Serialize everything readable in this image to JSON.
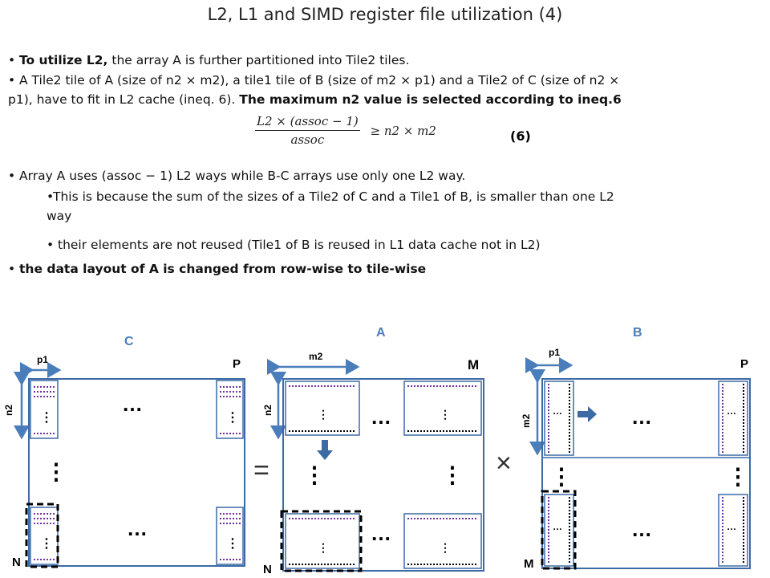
{
  "slide": {
    "title": "L2, L1 and SIMD register file utilization (4)",
    "bullet1_bold": "To utilize L2,",
    "bullet1_text": " the array A is further partitioned into Tile2 tiles.",
    "bullet2_text": "A Tile2 tile of A (size of n2 × m2), a tile1 tile of B (size of m2 × p1) and a Tile2 of C (size of n2 ×",
    "bullet2_text_cont": "p1), have to fit in L2 cache (ineq. 6). ",
    "bullet2_bold": "The maximum n2 value is selected according to ineq.6",
    "formula_numerator": "L2 × (assoc − 1)",
    "formula_denominator": "assoc",
    "formula_rhs": "≥ n2 × m2",
    "equation_number": "(6)",
    "bullet3_text": "Array A uses (assoc − 1) L2 ways while B-C arrays use only one L2 way.",
    "sub1_line1": "This is because the sum of the sizes of a Tile2 of C and a Tile1 of B, is smaller than one L2",
    "sub1_line2": "way",
    "sub2_text": "their elements are not reused (Tile1 of B is reused in L1 data cache not in L2)",
    "bullet4_bold": "the data layout of A is changed from row-wise to tile-wise"
  },
  "diagram": {
    "label_C": "C",
    "label_A": "A",
    "label_B": "B",
    "C_p1": "p1",
    "C_P": "P",
    "C_n2": "n2",
    "C_N": "N",
    "A_m2": "m2",
    "A_M": "M",
    "A_n2": "n2",
    "A_N": "N",
    "B_p1": "p1",
    "B_P": "P",
    "B_m2": "m2",
    "B_M": "M",
    "ellipsis_h": "…",
    "ellipsis_v": "⋮",
    "equals_sign": "=",
    "times_sign": "×",
    "accent_color": "#4a7ebb",
    "dot_color_purple": "#7030a0"
  }
}
